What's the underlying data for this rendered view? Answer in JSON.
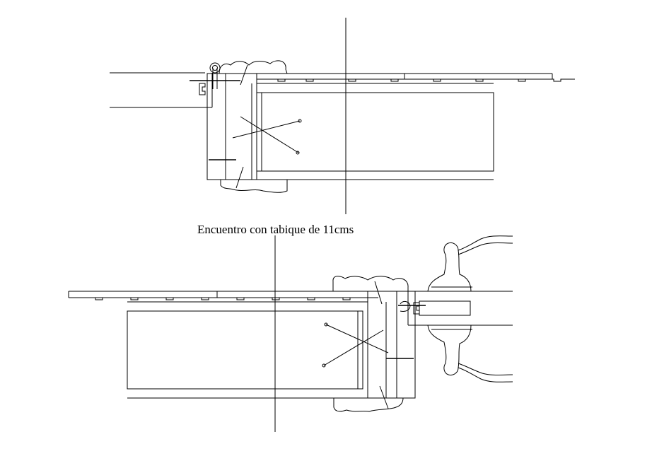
{
  "drawing": {
    "caption": "Encuentro con tabique de 11cms",
    "line_color": "#000000",
    "background": "#ffffff"
  },
  "details": [
    {
      "name": "top-door-frame-section"
    },
    {
      "name": "bottom-door-frame-section-with-handle"
    }
  ]
}
